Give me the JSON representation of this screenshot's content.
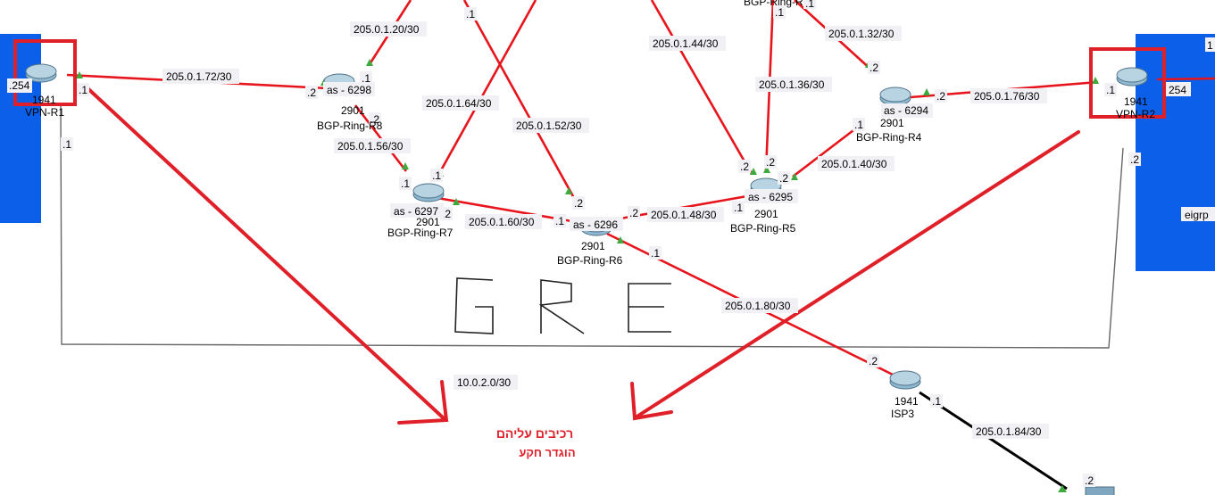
{
  "colors": {
    "link": "#e8141c",
    "link_black": "#000000",
    "area_blue": "#0b5fe8",
    "annotation_red": "#e02028",
    "gre_line": "#555555",
    "port_green": "#3daa3d"
  },
  "devices": {
    "vpn_r1": {
      "model": "1941",
      "name": "VPN-R1",
      "ip_left": ".254"
    },
    "vpn_r2": {
      "model": "1941",
      "name": "VPN-R2",
      "ip_right": "254",
      "area_label": "eigrp",
      "top_right": "1"
    },
    "r4": {
      "as": "as - 6294",
      "model": "2901",
      "name": "BGP-Ring-R4"
    },
    "r5": {
      "as": "as - 6295",
      "model": "2901",
      "name": "BGP-Ring-R5",
      "top_name": "BGP-Ring-R"
    },
    "r6": {
      "as": "as - 6296",
      "model": "2901",
      "name": "BGP-Ring-R6"
    },
    "r7": {
      "as": "as - 6297",
      "model": "2901",
      "name": "BGP-Ring-R7"
    },
    "r8": {
      "as": "as - 6298",
      "model": "2901",
      "name": "BGP-Ring-R8"
    },
    "isp3": {
      "model": "1941",
      "name": "ISP3"
    }
  },
  "subnets": {
    "s1_20": "205.0.1.20/30",
    "s1_72": "205.0.1.72/30",
    "s1_64": "205.0.1.64/30",
    "s1_52": "205.0.1.52/30",
    "s1_56": "205.0.1.56/30",
    "s1_60": "205.0.1.60/30",
    "s1_48": "205.0.1.48/30",
    "s1_44": "205.0.1.44/30",
    "s1_36": "205.0.1.36/30",
    "s1_32": "205.0.1.32/30",
    "s1_40": "205.0.1.40/30",
    "s1_76": "205.0.1.76/30",
    "s1_80": "205.0.1.80/30",
    "s1_84": "205.0.1.84/30",
    "tunnel": "10.0.2.0/30"
  },
  "ports": {
    "p_r1": ".1",
    "p_r1_down": ".1",
    "p_r8_a": ".2",
    "p_r8_b": ".1",
    "p_r8_c": ".2",
    "p_r7_a": ".1",
    "p_r7_b": ".1",
    "p_r7_c": ".2",
    "p_r6_a": ".2",
    "p_r6_b": ".1",
    "p_r6_c": ".2",
    "p_r6_d": ".1",
    "p_r5_a": ".1",
    "p_r5_b": ".2",
    "p_r5_c": ".2",
    "p_r5_d": ".2",
    "p_r5_top": ".1",
    "p_r4_a": ".2",
    "p_r4_b": ".1",
    "p_r4_c": ".2",
    "p_r2": ".1",
    "p_r2_down": ".2",
    "p_isp_a": ".2",
    "p_isp_b": ".1",
    "p_bottom": ".2",
    "p_top_mid": ".1",
    "p_top_r": ".1"
  },
  "annotations": {
    "gre": "G R E",
    "hebrew_1": "רכיבים עליהם",
    "hebrew_2": "הוגדר חקע"
  }
}
